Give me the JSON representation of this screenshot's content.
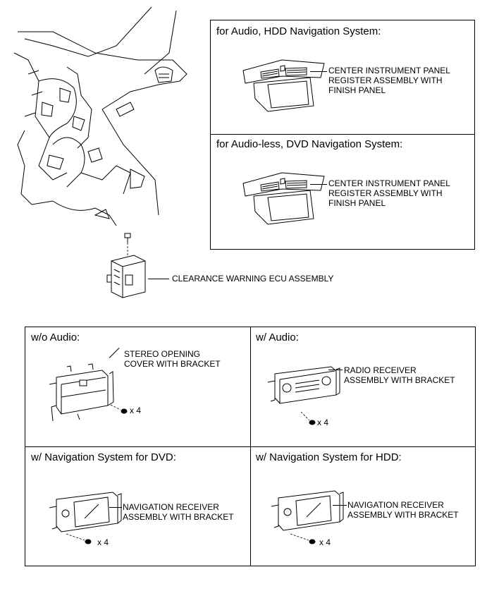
{
  "top_box": {
    "audio_hdd": {
      "heading": "for Audio, HDD Navigation System:",
      "part_label": "CENTER INSTRUMENT PANEL\nREGISTER ASSEMBLY WITH\nFINISH PANEL"
    },
    "audioless_dvd": {
      "heading": "for Audio-less, DVD Navigation System:",
      "part_label": "CENTER INSTRUMENT PANEL\nREGISTER ASSEMBLY WITH\nFINISH PANEL"
    }
  },
  "ecu": {
    "label": "CLEARANCE WARNING ECU ASSEMBLY"
  },
  "grid": {
    "wo_audio": {
      "heading": "w/o Audio:",
      "part_label": "STEREO OPENING\nCOVER WITH BRACKET",
      "qty": "x 4"
    },
    "w_audio": {
      "heading": "w/ Audio:",
      "part_label": "RADIO RECEIVER\nASSEMBLY WITH BRACKET",
      "qty": "x 4"
    },
    "nav_dvd": {
      "heading": "w/ Navigation System for DVD:",
      "part_label": "NAVIGATION RECEIVER\nASSEMBLY WITH BRACKET",
      "qty": "x 4"
    },
    "nav_hdd": {
      "heading": "w/ Navigation System for HDD:",
      "part_label": "NAVIGATION RECEIVER\nASSEMBLY WITH BRACKET",
      "qty": "x 4"
    }
  },
  "icons": {
    "dashboard": "dashboard-illustration-icon",
    "register": "center-register-panel-icon",
    "ecu": "ecu-module-icon",
    "bolt": "bolt-icon",
    "stereo_cover": "stereo-cover-icon",
    "radio": "radio-receiver-icon",
    "navigation": "navigation-receiver-icon"
  }
}
